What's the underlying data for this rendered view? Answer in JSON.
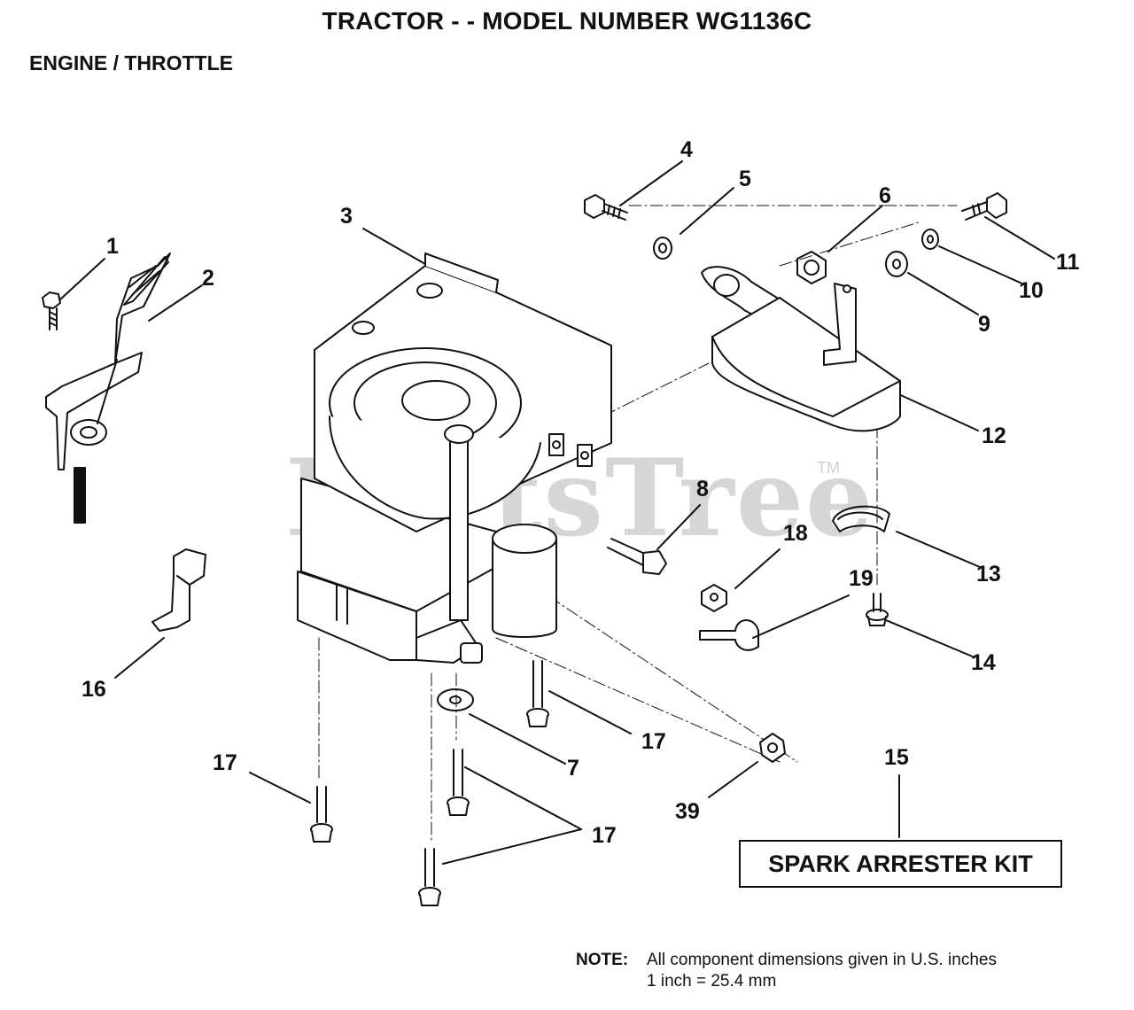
{
  "header": {
    "title": "TRACTOR - - MODEL NUMBER  WG1136C",
    "subtitle": "ENGINE / THROTTLE"
  },
  "watermark": {
    "text": "PartsTree",
    "tm": "TM"
  },
  "callouts": {
    "c1": "1",
    "c2": "2",
    "c3": "3",
    "c4": "4",
    "c5": "5",
    "c6": "6",
    "c7": "7",
    "c8": "8",
    "c9": "9",
    "c10": "10",
    "c11": "11",
    "c12": "12",
    "c13": "13",
    "c14": "14",
    "c15": "15",
    "c16": "16",
    "c17a": "17",
    "c17b": "17",
    "c17c": "17",
    "c18": "18",
    "c19": "19",
    "c39": "39"
  },
  "kit": {
    "label": "SPARK ARRESTER KIT"
  },
  "note": {
    "label": "NOTE:",
    "line1": "All component dimensions given in U.S. inches",
    "line2": "1 inch = 25.4 mm"
  }
}
